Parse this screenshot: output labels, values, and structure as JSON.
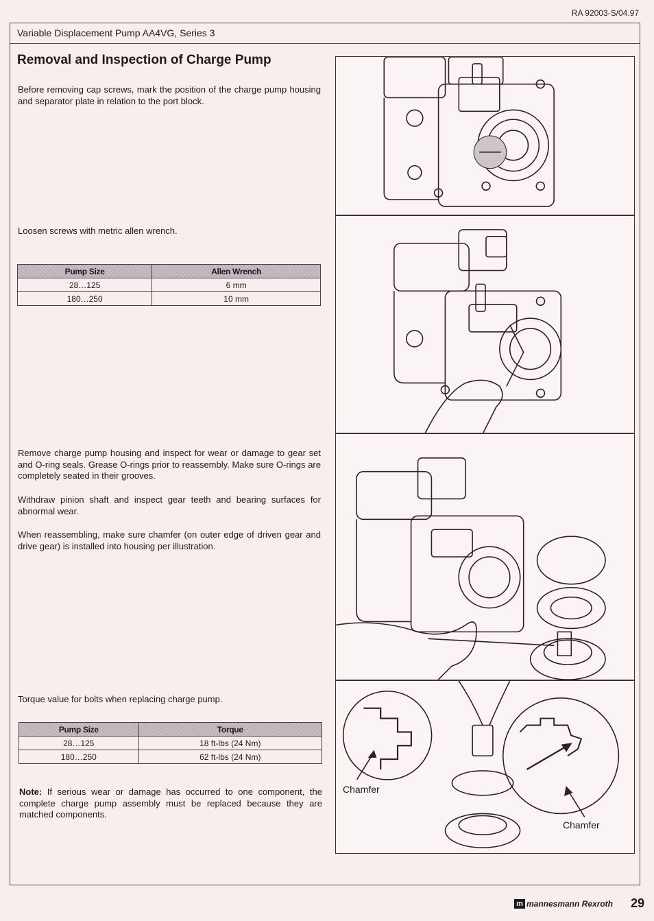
{
  "doc_id": "RA 92003-S/04.97",
  "header": {
    "title": "Variable Displacement Pump AA4VG, Series 3"
  },
  "section_title": "Removal and Inspection of Charge Pump",
  "paragraphs": {
    "p1": "Before removing cap screws, mark the position of the charge pump housing and separator plate in relation to the port  block.",
    "p2": "Loosen screws with metric allen wrench.",
    "p3": "Remove charge pump housing and inspect for wear or damage to gear set and O-ring seals. Grease O-rings prior to reassembly. Make sure O-rings are completely seated in their grooves.",
    "p4": "Withdraw pinion shaft and inspect gear teeth and bearing surfaces for abnormal wear.",
    "p5": "When reassembling, make sure chamfer (on outer edge of driven gear and drive gear) is installed into housing per illustration.",
    "p6": "Torque value for bolts when replacing charge pump.",
    "note_label": "Note:",
    "note_text": " If serious wear or damage has occurred to one component, the complete charge pump assembly must be replaced because they are matched components."
  },
  "table_wrench": {
    "headers": [
      "Pump Size",
      "Allen Wrench"
    ],
    "rows": [
      [
        "28…125",
        "6 mm"
      ],
      [
        "180…250",
        "10 mm"
      ]
    ]
  },
  "table_torque": {
    "headers": [
      "Pump Size",
      "Torque"
    ],
    "rows": [
      [
        "28…125",
        "18 ft-lbs (24 Nm)"
      ],
      [
        "180…250",
        "62 ft-lbs (24 Nm)"
      ]
    ]
  },
  "figure_labels": {
    "chamfer_left": "Chamfer",
    "chamfer_right": "Chamfer"
  },
  "footer": {
    "logo_mark": "m",
    "logo_text": "mannesmann Rexroth",
    "page_number": "29"
  }
}
